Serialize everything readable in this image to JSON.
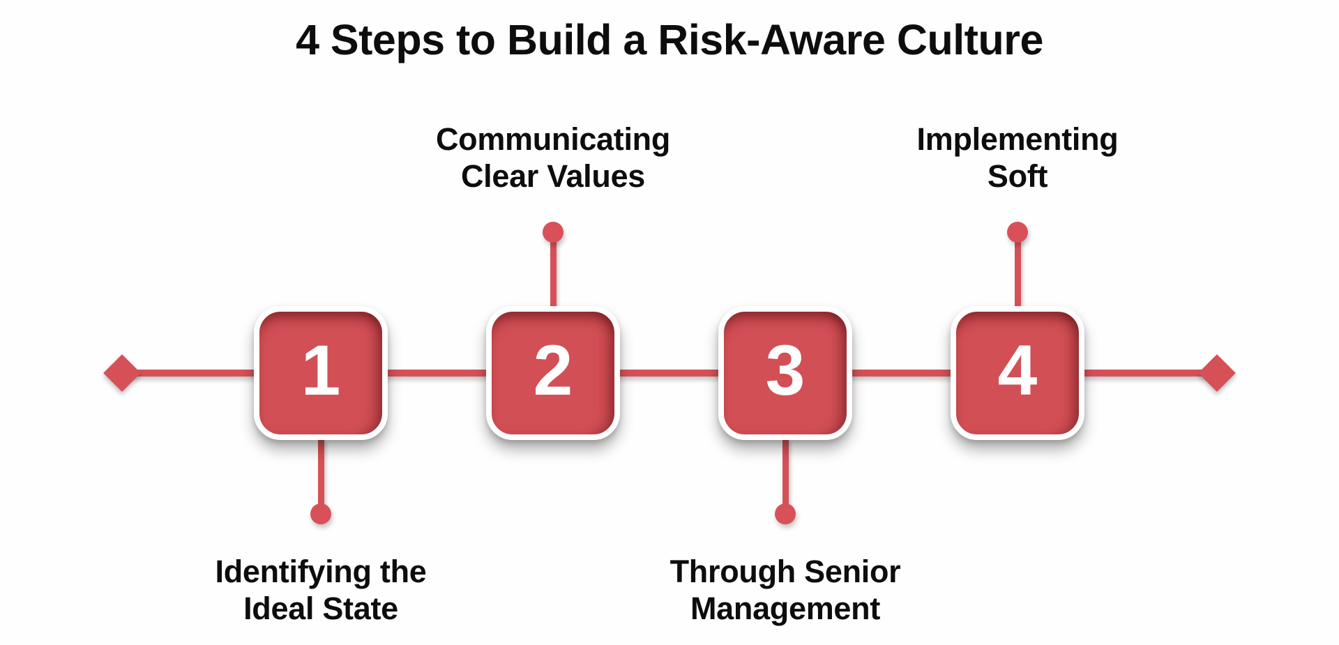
{
  "title": "4 Steps to Build a Risk-Aware Culture",
  "colors": {
    "accent_red": "#d65157",
    "box_fill_red": "#d24f55",
    "box_inner_shadow": "#601216",
    "box_border": "#ffffff",
    "number_text": "#ffffff",
    "label_text": "#0d0d0d",
    "background": "#fefefe"
  },
  "timeline": {
    "start_marker": "diamond",
    "end_marker": "diamond"
  },
  "steps": [
    {
      "number": "1",
      "label": "Identifying the\nIdeal State",
      "label_position": "below"
    },
    {
      "number": "2",
      "label": "Communicating\nClear Values",
      "label_position": "above"
    },
    {
      "number": "3",
      "label": "Through Senior\nManagement",
      "label_position": "below"
    },
    {
      "number": "4",
      "label": "Implementing\nSoft",
      "label_position": "above"
    }
  ]
}
